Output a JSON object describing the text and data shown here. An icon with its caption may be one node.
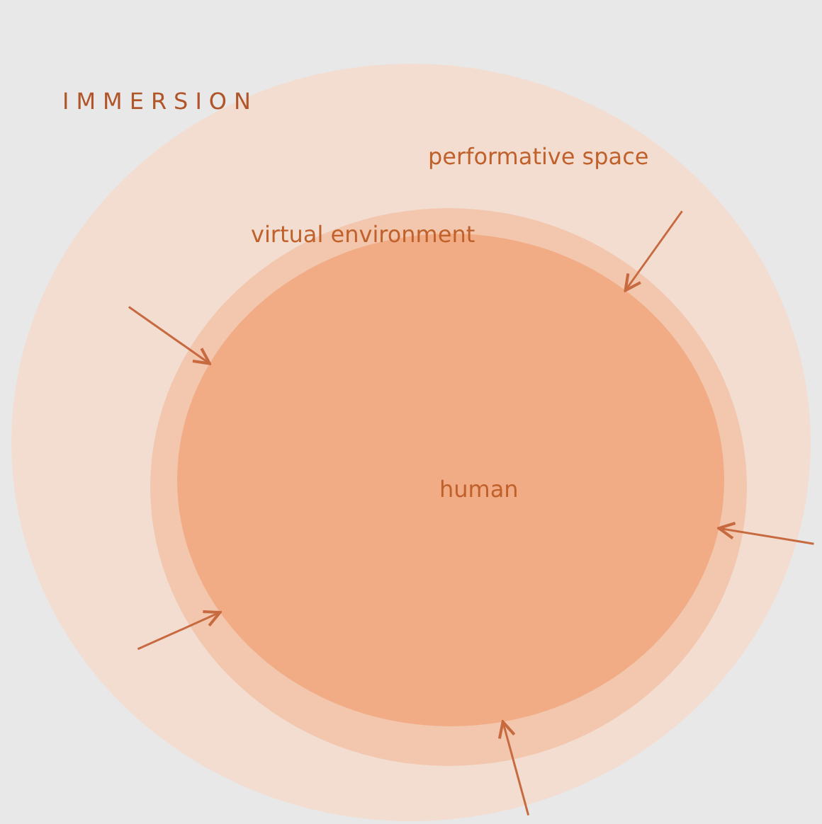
{
  "diagram": {
    "nodes": [
      {
        "text": [
          "performative space"
        ]
      },
      {
        "text": [
          "virtual environment"
        ],
        "in": 0
      },
      {
        "text": [
          "human"
        ],
        "in": 1
      }
    ],
    "edges": [
      {
        "from": null,
        "to": 2,
        "arrow": "to"
      },
      {
        "from": null,
        "to": 2,
        "arrow": "to"
      },
      {
        "from": null,
        "to": 2,
        "arrow": "to"
      },
      {
        "from": null,
        "to": 2,
        "arrow": "to"
      },
      {
        "from": null,
        "to": 2,
        "arrow": "to"
      }
    ],
    "labels": [
      "IMMERSION"
    ]
  }
}
